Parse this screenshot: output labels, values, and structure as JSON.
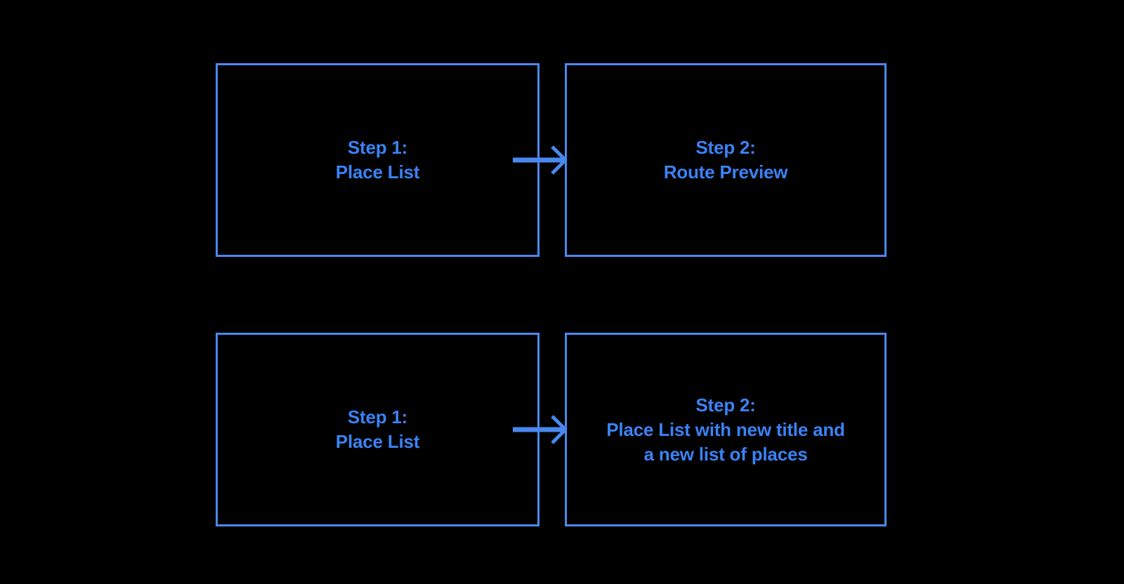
{
  "diagram": {
    "type": "flowchart",
    "orientation": "horizontal",
    "background_color": "#000000",
    "box_border_color": "#4a88ef",
    "text_color": "#3b82f6",
    "arrow_color": "#4a88ef",
    "rows": [
      {
        "id": "row-top",
        "boxes": [
          {
            "id": "top-step-1",
            "title": "Step 1:",
            "subtitle": "Place List",
            "text": "Step 1:\nPlace List"
          },
          {
            "id": "top-step-2",
            "title": "Step 2:",
            "subtitle": "Route Preview",
            "text": "Step 2:\nRoute Preview"
          }
        ],
        "connector": {
          "id": "top-arrow",
          "direction": "right",
          "label": ""
        }
      },
      {
        "id": "row-bottom",
        "boxes": [
          {
            "id": "bottom-step-1",
            "title": "Step 1:",
            "subtitle": "Place List",
            "text": "Step 1:\nPlace List"
          },
          {
            "id": "bottom-step-2",
            "title": "Step 2:",
            "subtitle": "Place List with new title and a new list of places",
            "text": "Step 2:\nPlace List with new title and\na new list of places"
          }
        ],
        "connector": {
          "id": "bottom-arrow",
          "direction": "right",
          "label": ""
        }
      }
    ]
  }
}
